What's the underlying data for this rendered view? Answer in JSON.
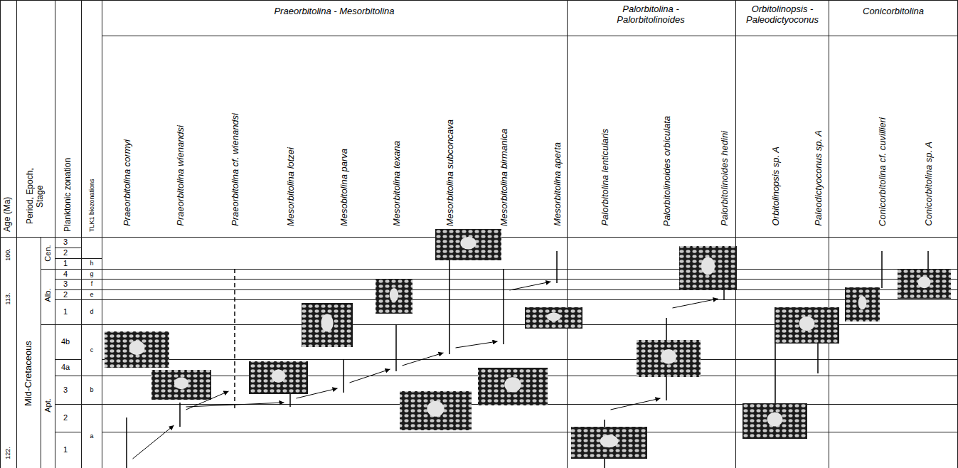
{
  "diagram": {
    "nodes": [
      {
        "text": [
          "Praeorbitolina cormyi"
        ]
      },
      {
        "text": [
          "Praeorbitolina wienandsi"
        ]
      },
      {
        "text": [
          "Praeorbitolina cf. wienandsi"
        ]
      },
      {
        "text": [
          "Mesorbitolina lotzei"
        ]
      },
      {
        "text": [
          "Mesobitolina parva"
        ]
      },
      {
        "text": [
          "Mesorbitolina texana"
        ]
      },
      {
        "text": [
          "Mesorbitolina subconcava"
        ]
      },
      {
        "text": [
          "Mesorbitolina birmanica"
        ]
      },
      {
        "text": [
          "Mesorbitolina aperta"
        ]
      },
      {
        "text": [
          "Palorbitolina lenticularis"
        ]
      },
      {
        "text": [
          "Palorbitolinoides orbiculata"
        ]
      },
      {
        "text": [
          "Palorbitolinoides hedini"
        ]
      },
      {
        "text": [
          "Orbitolinopsis sp. A"
        ]
      },
      {
        "text": [
          "Paleodictyoconus sp. A"
        ]
      },
      {
        "text": [
          "Conicorbitolina cf. cuvillieri"
        ]
      },
      {
        "text": [
          "Conicorbitolina sp. A"
        ]
      }
    ],
    "edges": [
      {
        "from": 0,
        "to": 1,
        "arrow": "to"
      },
      {
        "from": 1,
        "to": 2,
        "arrow": "to"
      },
      {
        "from": 1,
        "to": 3,
        "arrow": "to"
      },
      {
        "from": 3,
        "to": 4,
        "arrow": "to"
      },
      {
        "from": 4,
        "to": 5,
        "arrow": "to"
      },
      {
        "from": 5,
        "to": 6,
        "arrow": "to"
      },
      {
        "from": 6,
        "to": 7,
        "arrow": "to"
      },
      {
        "from": 7,
        "to": 8,
        "arrow": "to"
      },
      {
        "from": 9,
        "to": 10,
        "arrow": "to"
      },
      {
        "from": 10,
        "to": 11,
        "arrow": "to"
      }
    ],
    "labels": [
      "Praeorbitolina - Mesorbitolina",
      "Palorbitolina - Palorbitolinoides",
      "Orbitolinopsis - Paleodictyoconus",
      "Conicorbitolina",
      "Age (Ma)",
      "Period, Epoch, Stage",
      "Planktonic zonation",
      "TLK1 biozonations",
      "100.",
      "113.",
      "122.",
      "Mid-Cretaceous",
      "Cen.",
      "Alb.",
      "Apt.",
      "3",
      "2",
      "1",
      "4",
      "3",
      "2",
      "1",
      "4b",
      "4a",
      "3",
      "2",
      "1",
      "h",
      "g",
      "f",
      "e",
      "d",
      "c",
      "b",
      "a"
    ]
  }
}
